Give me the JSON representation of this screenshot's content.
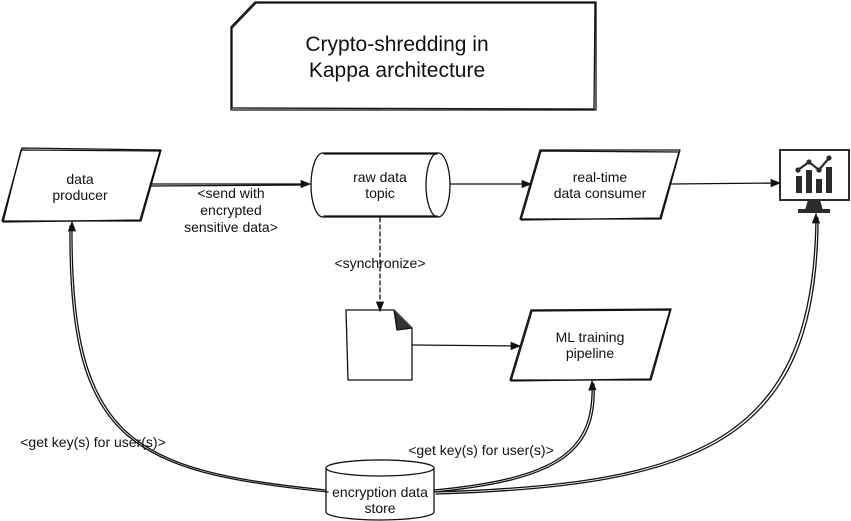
{
  "title": {
    "line1": "Crypto-shredding in",
    "line2": "Kappa architecture"
  },
  "nodes": {
    "producer": {
      "line1": "data",
      "line2": "producer"
    },
    "raw_topic": {
      "line1": "raw data",
      "line2": "topic"
    },
    "consumer": {
      "line1": "real-time",
      "line2": "data consumer"
    },
    "ml_pipeline": {
      "line1": "ML training",
      "line2": "pipeline"
    },
    "encryption_store": {
      "line1": "encryption data",
      "line2": "store"
    },
    "dashboard_icon": "analytics-monitor-icon"
  },
  "edges": {
    "send": {
      "line1": "<send with",
      "line2": "encrypted",
      "line3": "sensitive data>"
    },
    "synchronize": "<synchronize>",
    "get_keys_left": "<get key(s) for user(s)>",
    "get_keys_right": "<get key(s) for user(s)>"
  },
  "colors": {
    "stroke": "#111111",
    "fill": "#ffffff",
    "monitor": "#2b2b2b"
  }
}
